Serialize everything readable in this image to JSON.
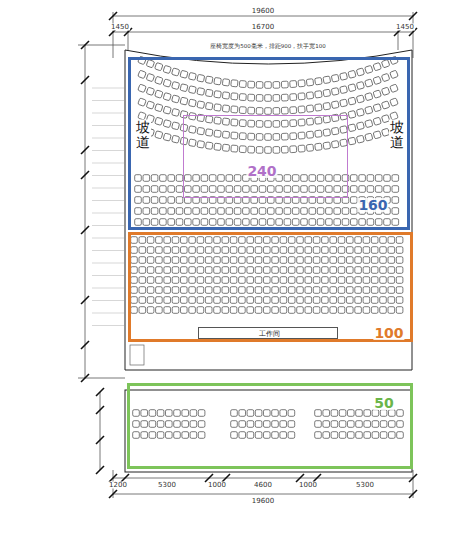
{
  "diagram": {
    "nodes": [
      {
        "text": [
          "坡道",
          "坡道",
          "160"
        ]
      },
      {
        "text": [
          "240"
        ],
        "in": 0
      },
      {
        "text": [
          "100"
        ]
      },
      {
        "text": [
          "工作间"
        ],
        "in": 2
      },
      {
        "text": [
          "50"
        ]
      }
    ],
    "labels": [
      "座椅宽度为500毫米，排距900，扶手宽100",
      "19600",
      "1450",
      "16700",
      "1450",
      "1200",
      "5300",
      "1000",
      "4600",
      "1000",
      "5300",
      "19600"
    ]
  }
}
